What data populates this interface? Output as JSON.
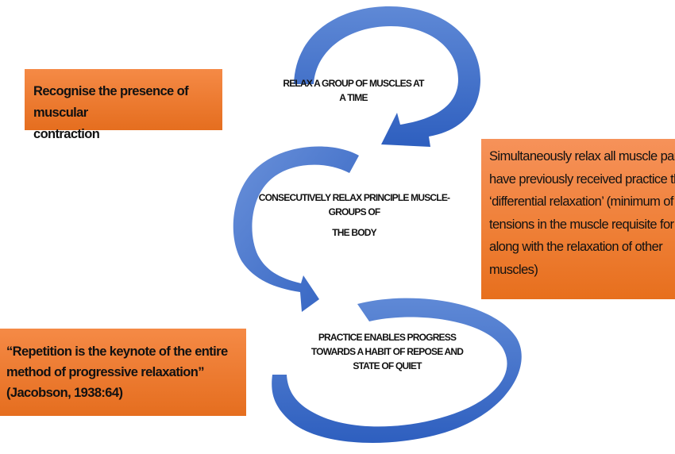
{
  "diagram": {
    "title": "Progressive relaxation cycle",
    "colors": {
      "arrow_blue": "#3d6cc7",
      "arrow_blue_light": "#5b86d6",
      "box_orange": "#ee7c34",
      "text": "#111111",
      "background": "#ffffff"
    },
    "cycle_steps": [
      {
        "id": "step-1",
        "lines": [
          "RELAX A GROUP OF MUSCLES  AT",
          "A TIME"
        ]
      },
      {
        "id": "step-2",
        "lines": [
          "CONSECUTIVELY RELAX PRINCIPLE MUSCLE-",
          "GROUPS OF",
          "THE BODY"
        ]
      },
      {
        "id": "step-3",
        "lines": [
          "PRACTICE ENABLES PROGRESS",
          "TOWARDS A HABIT  OF REPOSE AND",
          "STATE OF QUIET"
        ]
      }
    ],
    "notes": {
      "left_top": {
        "lines": [
          "Recognise the presence of muscular",
          "contraction"
        ]
      },
      "right": {
        "lines": [
          "Simultaneously relax all muscle part",
          "have previously received practice th",
          "‘differential relaxation’ (minimum of",
          "tensions in the muscle requisite for",
          "along with the relaxation of other",
          "muscles)"
        ]
      },
      "left_bottom": {
        "lines": [
          "“Repetition is the keynote of the entire",
          "method of progressive relaxation”",
          "(Jacobson, 1938:64)"
        ]
      }
    },
    "arrows": [
      {
        "name": "arrow-top-cycle",
        "direction": "clockwise",
        "points_to": "step-2"
      },
      {
        "name": "arrow-middle-cycle",
        "direction": "counter-clockwise",
        "points_to": "step-3"
      },
      {
        "name": "arrow-bottom-cycle",
        "direction": "open-ellipse",
        "points_to": "none"
      }
    ]
  }
}
